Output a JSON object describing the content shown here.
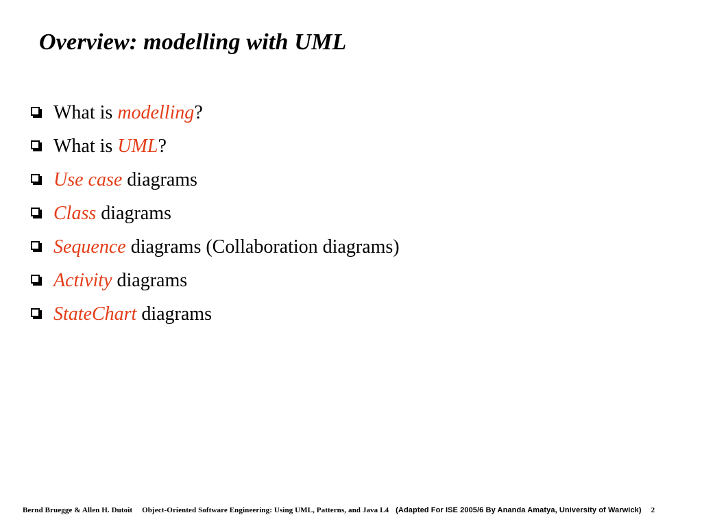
{
  "slide": {
    "title": "Overview: modelling with UML",
    "page_number": "2",
    "background_color": "#ffffff",
    "accent_color": "#e43c17",
    "text_color": "#000000",
    "bullet_icon": "hollow-square-bullet",
    "bullets": [
      {
        "lead": "What is ",
        "highlight": "modelling",
        "trail": "?"
      },
      {
        "lead": "What is ",
        "highlight": "UML",
        "trail": "?"
      },
      {
        "lead": "",
        "highlight": "Use case",
        "trail": " diagrams"
      },
      {
        "lead": "",
        "highlight": "Class",
        "trail": " diagrams"
      },
      {
        "lead": "",
        "highlight": "Sequence",
        "trail": " diagrams (Collaboration diagrams)"
      },
      {
        "lead": "",
        "highlight": "Activity",
        "trail": " diagrams"
      },
      {
        "lead": "",
        "highlight": "StateChart",
        "trail": " diagrams"
      }
    ]
  },
  "footer": {
    "authors": "Bernd Bruegge & Allen H. Dutoit",
    "book": "Object-Oriented Software Engineering: Using UML, Patterns, and Java  L4",
    "adapted": "(Adapted For ISE 2005/6 By Ananda Amatya, University of Warwick)",
    "page_number": "2"
  }
}
